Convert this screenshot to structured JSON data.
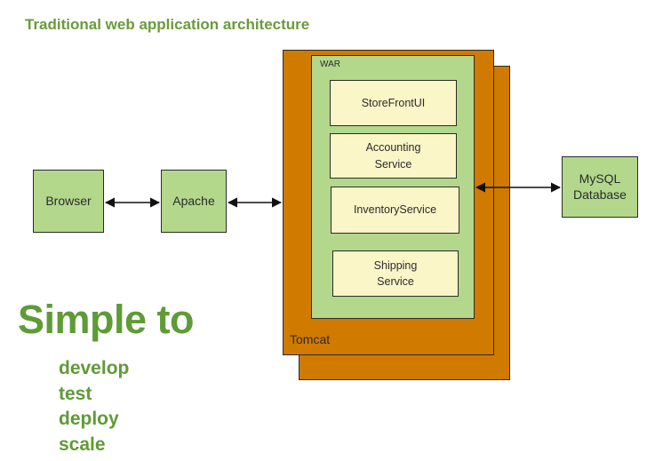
{
  "title": "Traditional web application architecture",
  "nodes": {
    "browser": "Browser",
    "apache": "Apache",
    "mysql": "MySQL\nDatabase",
    "tomcat": "Tomcat",
    "war": "WAR"
  },
  "services": [
    "StoreFrontUI",
    "Accounting\nService",
    "InventoryService",
    "Shipping\nService"
  ],
  "summary": {
    "heading": "Simple to",
    "items": [
      "develop",
      "test",
      "deploy",
      "scale"
    ]
  },
  "colors": {
    "title_green": "#6a9b3a",
    "box_green": "#b3d88c",
    "tomcat_orange": "#d07a00",
    "service_cream": "#fbf6c8"
  }
}
